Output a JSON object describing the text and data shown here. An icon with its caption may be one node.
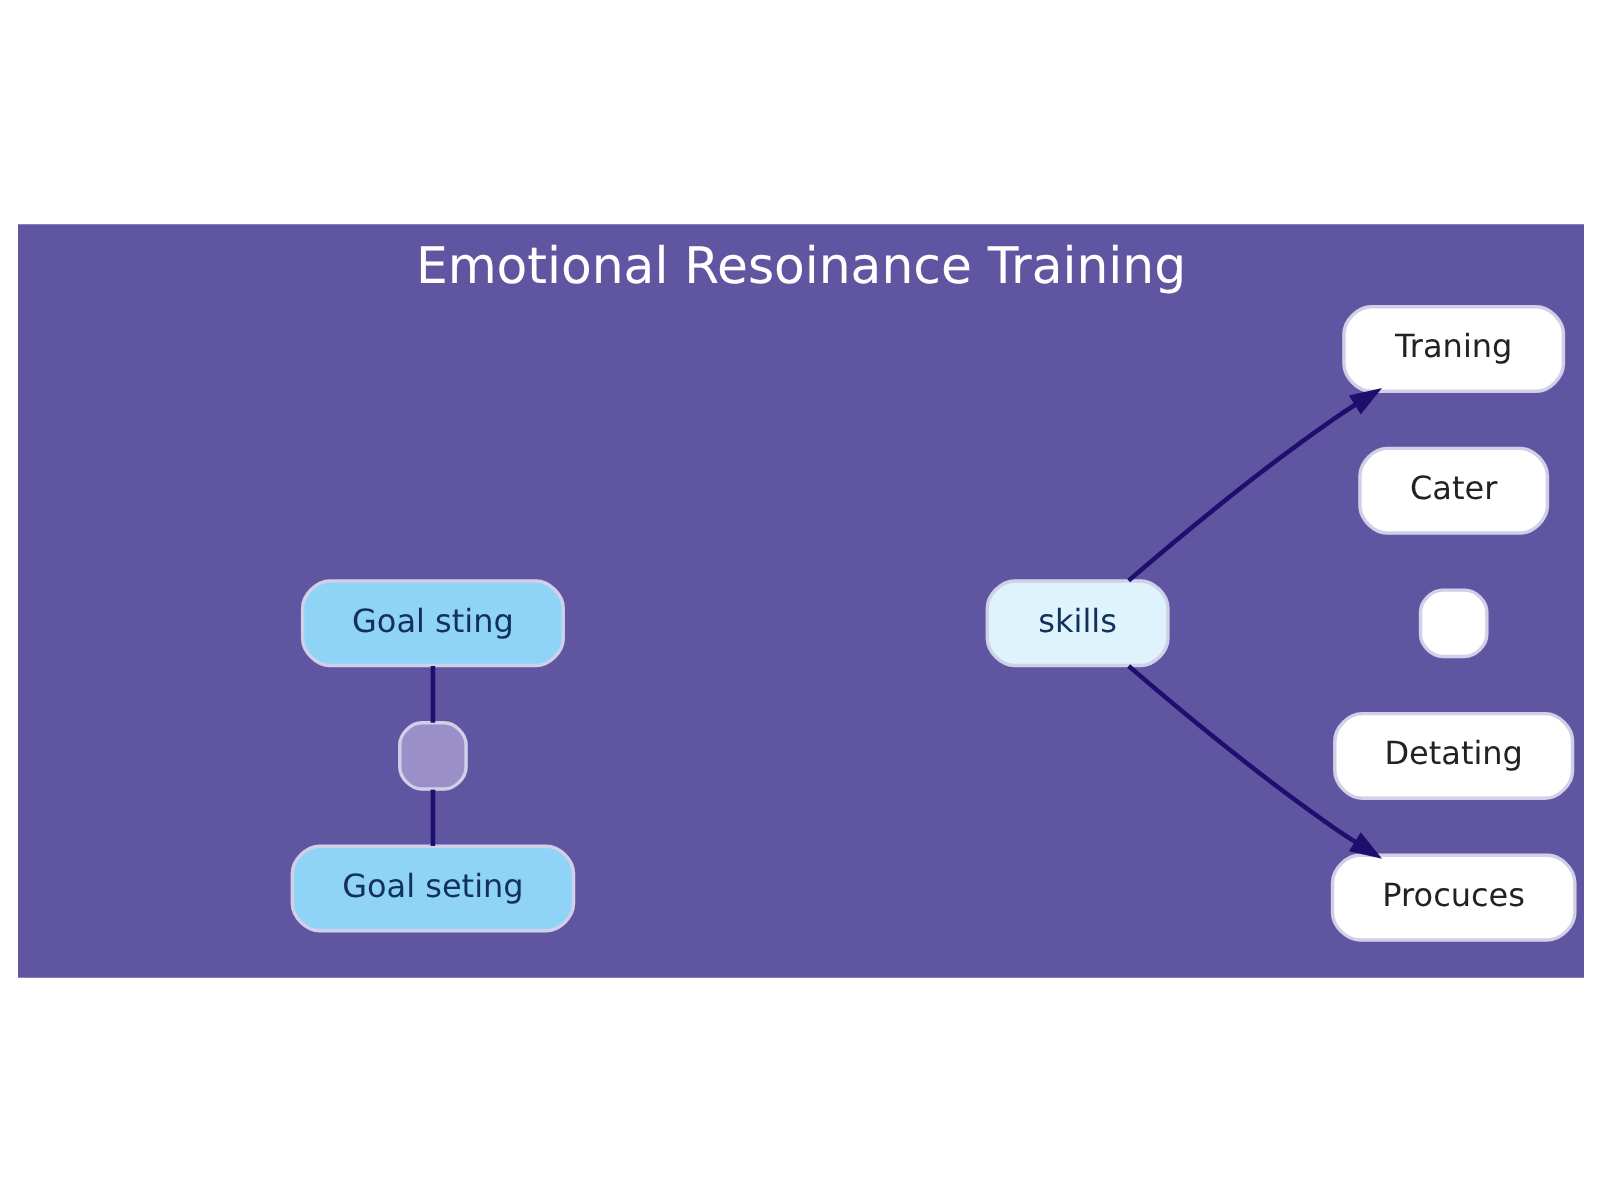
{
  "diagram": {
    "title": "Emotional Resoinance Training",
    "nodes": [
      {
        "text": [
          "Goal sting"
        ]
      },
      {
        "text": [],
        "shape": "box"
      },
      {
        "text": [
          "Goal seting"
        ]
      },
      {
        "text": [
          "skills"
        ]
      },
      {
        "text": [
          "Traning"
        ]
      },
      {
        "text": [
          "Cater"
        ]
      },
      {
        "text": [],
        "shape": "box"
      },
      {
        "text": [
          "Detating"
        ]
      },
      {
        "text": [
          "Procuces"
        ]
      }
    ],
    "edges": [
      {
        "from": 0,
        "to": 1,
        "arrow": "none"
      },
      {
        "from": 1,
        "to": 2,
        "arrow": "none"
      },
      {
        "from": 3,
        "to": 4,
        "arrow": "to"
      },
      {
        "from": 3,
        "to": 8,
        "arrow": "to"
      }
    ]
  }
}
